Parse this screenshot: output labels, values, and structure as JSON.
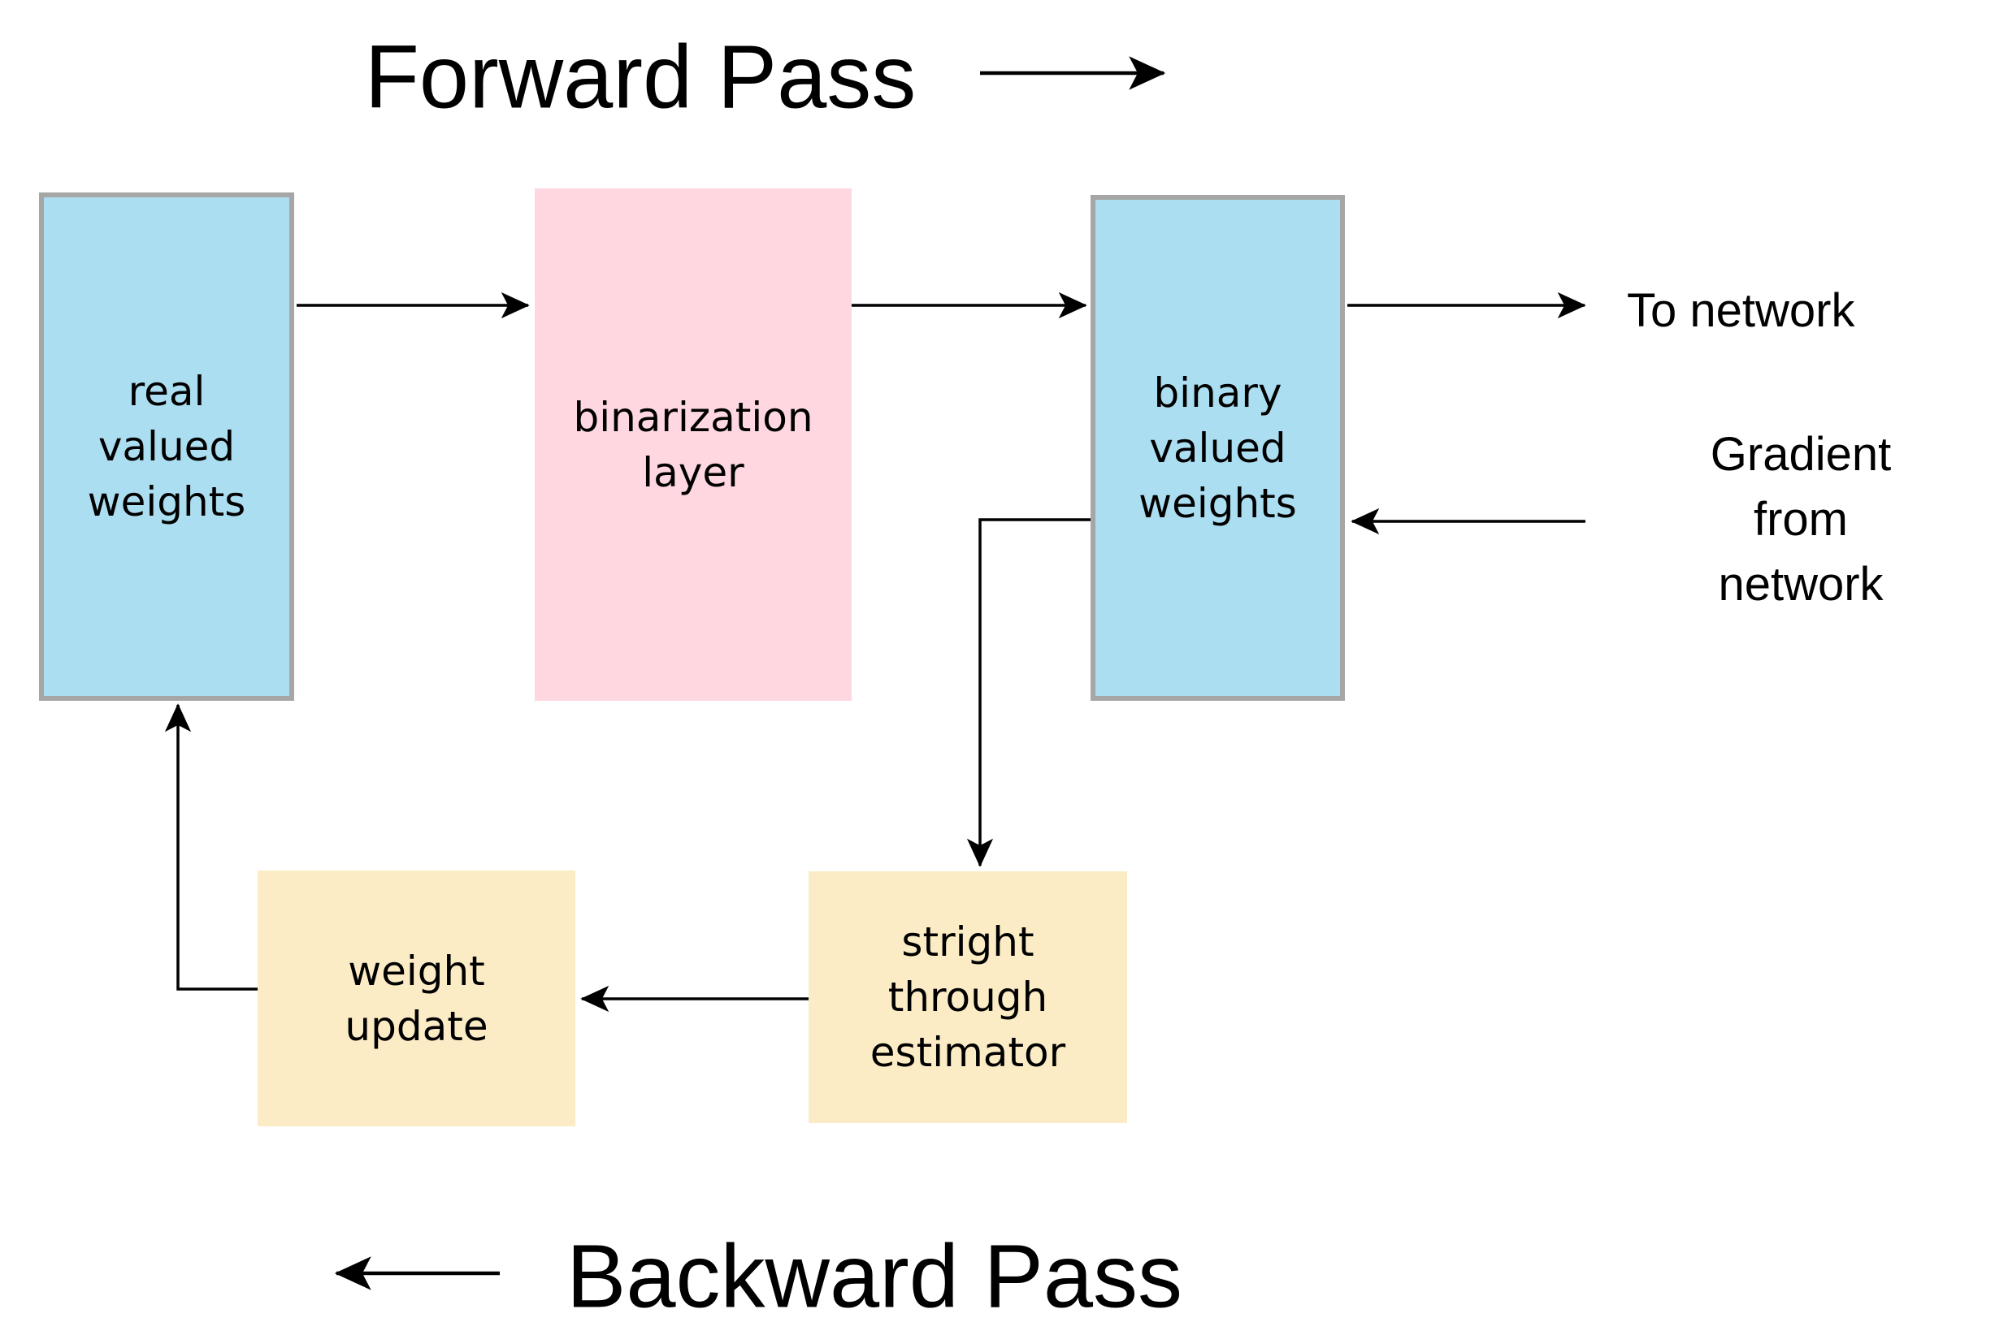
{
  "titles": {
    "forward": "Forward Pass",
    "backward": "Backward Pass"
  },
  "boxes": {
    "real_valued": "real\nvalued\nweights",
    "binarization": "binarization\nlayer",
    "binary_valued": "binary\nvalued\nweights",
    "weight_update": "weight\nupdate",
    "straight_through": "stright\nthrough\nestimator"
  },
  "labels": {
    "to_network": "To network",
    "gradient_from_network": "Gradient from\nnetwork"
  },
  "colors": {
    "blue": "#ABDEF0",
    "pink": "#FED7E1",
    "yellow": "#FCECC5",
    "box_border": "#A6A6A6",
    "arrow": "#000000"
  }
}
